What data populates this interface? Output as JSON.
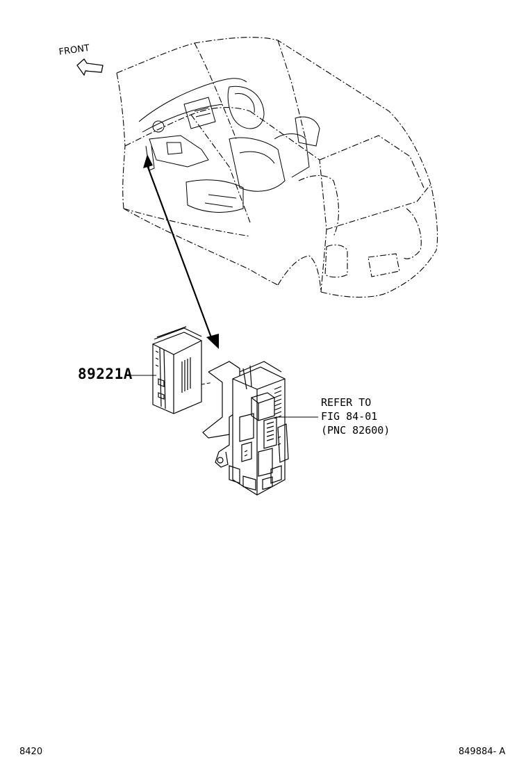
{
  "labels": {
    "front": "FRONT",
    "part_number": "89221A",
    "reference": {
      "line1": "REFER TO",
      "line2": "FIG 84-01",
      "line3": "(PNC 82600)"
    }
  },
  "footer": {
    "figure_code": "8420",
    "illustration_id": "849884- A"
  }
}
